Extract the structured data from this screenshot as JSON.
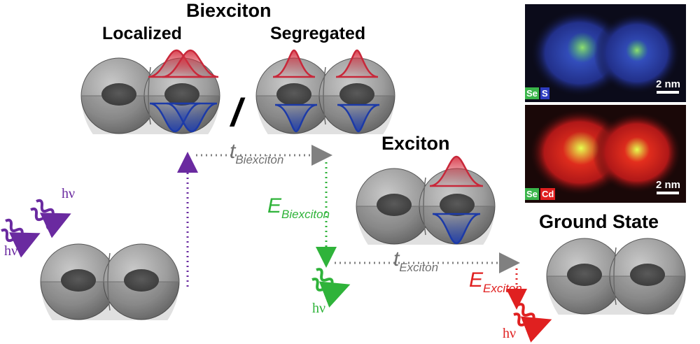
{
  "labels": {
    "biexciton": "Biexciton",
    "localized": "Localized",
    "segregated": "Segregated",
    "slash": "/",
    "exciton": "Exciton",
    "ground_state": "Ground State",
    "hv": "hν",
    "t_symbol": "t",
    "t_biexciton_sub": "Biexciton",
    "t_exciton_sub": "Exciton",
    "e_symbol": "E",
    "e_biexciton_sub": "Biexciton",
    "e_exciton_sub": "Exciton"
  },
  "maps": {
    "top": {
      "tag1": "Se",
      "tag2": "S",
      "scale": "2 nm"
    },
    "bottom": {
      "tag1": "Se",
      "tag2": "Cd",
      "scale": "2 nm"
    }
  },
  "colors": {
    "excitation": "#6a2aa0",
    "biexciton_emission": "#2fb33a",
    "exciton_emission": "#e02020",
    "electron": "#c8283a",
    "hole": "#1c3aa8",
    "dashed_arrow": "#808080",
    "selenium": "#3ab54a",
    "sulfur": "#2e3cc0",
    "cadmium": "#e02020"
  }
}
